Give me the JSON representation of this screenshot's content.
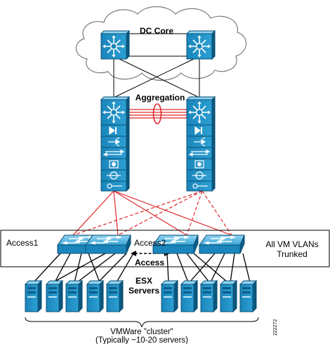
{
  "labels": {
    "core": "DC Core",
    "aggregation": "Aggregation",
    "access1": "Access1",
    "access2": "Access2",
    "access": "Access",
    "vlans_line1": "All VM VLANs",
    "vlans_line2": "Trunked",
    "esx_line1": "ESX",
    "esx_line2": "Servers",
    "cluster_line1": "VMWare \"cluster\"",
    "cluster_line2": "(Typically ~10-20 servers)",
    "figure_id": "222272"
  },
  "colors": {
    "device_blue": "#1f8fc4",
    "device_dark": "#0b5f8a",
    "device_light": "#7cc9ec",
    "link_red": "#e0262b",
    "link_black": "#000000",
    "cloud_stroke": "#7a7a7a"
  },
  "icons": {
    "core_switch": "layer3-switch-icon",
    "aggregation_switch": "service-chassis-icon",
    "access_switch": "access-switch-icon",
    "server": "server-icon"
  }
}
